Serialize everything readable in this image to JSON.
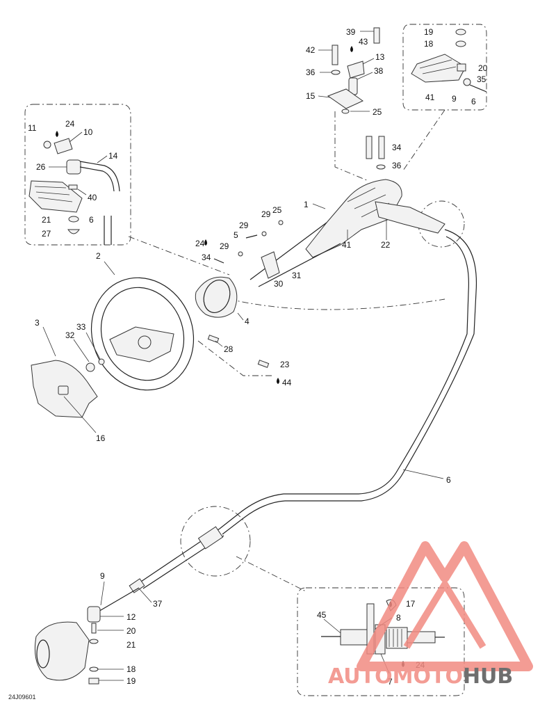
{
  "diagram_code": "24J09601",
  "watermark": {
    "brand": "AUTOMOTOHUB",
    "part_a": "AUTO",
    "part_b": "MOTO",
    "part_c": "HUB",
    "color_light": "#f28b82",
    "color_dark": "#555555"
  },
  "callouts": {
    "c1": "1",
    "c2": "2",
    "c3": "3",
    "c4": "4",
    "c5": "5",
    "c6a": "6",
    "c6b": "6",
    "c6c": "6",
    "c7": "7",
    "c8": "8",
    "c9a": "9",
    "c9b": "9",
    "c10": "10",
    "c11": "11",
    "c12": "12",
    "c13": "13",
    "c14": "14",
    "c15": "15",
    "c16": "16",
    "c17": "17",
    "c18a": "18",
    "c18b": "18",
    "c19a": "19",
    "c19b": "19",
    "c20a": "20",
    "c20b": "20",
    "c21a": "21",
    "c21b": "21",
    "c22": "22",
    "c23": "23",
    "c24a": "24",
    "c24b": "24",
    "c24c": "24",
    "c25a": "25",
    "c25b": "25",
    "c26": "26",
    "c27": "27",
    "c28": "28",
    "c29a": "29",
    "c29b": "29",
    "c29c": "29",
    "c30": "30",
    "c31": "31",
    "c32": "32",
    "c33": "33",
    "c34a": "34",
    "c34b": "34",
    "c35": "35",
    "c36a": "36",
    "c36b": "36",
    "c37": "37",
    "c38": "38",
    "c39": "39",
    "c40": "40",
    "c41a": "41",
    "c41b": "41",
    "c42": "42",
    "c43": "43",
    "c44": "44",
    "c45": "45"
  }
}
